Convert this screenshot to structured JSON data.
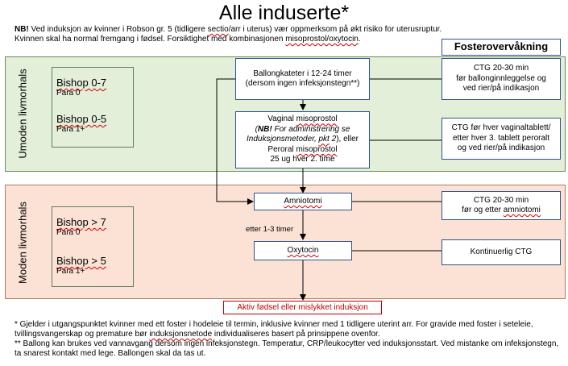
{
  "title": "Alle induserte*",
  "nb_note": {
    "line1_bold": "NB!",
    "line1_a": " Ved induksjon av kvinner i Robson gr. 5 (tidligere ",
    "line1_squig": "sectio",
    "line1_b": "/arr i uterus) vær oppmerksom på økt risiko for uterusruptur.",
    "line2_a": "Kvinnen skal ha normal fremgang i fødsel. Forsiktighet med kombinasjonen ",
    "line2_squig": "misoprostol/oxytocin",
    "line2_b": "."
  },
  "fosterovervakning_label": "Fosterovervåkning",
  "bands": {
    "umoden": "Umoden livmorhals",
    "moden": "Moden livmorhals"
  },
  "bishop_umoden": [
    {
      "label": "Bishop 0-7",
      "para": "Para 0"
    },
    {
      "label": "Bishop 0-5",
      "para": "Para 1+"
    }
  ],
  "bishop_moden": [
    {
      "label": "Bishop > 7",
      "para": "Para 0"
    },
    {
      "label": "Bishop > 5",
      "para": "Para 1+"
    }
  ],
  "steps": {
    "ballong_line1": "Ballongkateter i 12-24 timer",
    "ballong_line2": "(dersom ingen infeksjonstegn**)",
    "vaginal_a": "Vaginal ",
    "vaginal_squig": "misoprostol",
    "vaginal_nb": "NB!",
    "vaginal_italic1": " For administrering se",
    "vaginal_italic2a": "Induksjonsmetoder, ",
    "vaginal_italic2b": "pkt",
    "vaginal_italic2c": " 2",
    "vaginal_tail": "), eller",
    "peroral_a": "Peroral ",
    "peroral_squig": "misoprostol",
    "dose": "25 ug hver 2. time",
    "amniotomi": "Amniotomi",
    "interval": "etter 1-3 timer",
    "oxytocin": "Oxytocin"
  },
  "ctg": {
    "ballong": [
      "CTG 20-30 min",
      "før ballonginnleggelse og",
      "ved rier/på indikasjon"
    ],
    "vaginal": [
      "CTG før hver vaginaltablett/",
      "etter hver 3. tablett peroralt",
      "og ved rier/på indikasjon"
    ],
    "amniotomi_a": "CTG 20-30 min",
    "amniotomi_b1": "før og etter ",
    "amniotomi_b2": "amniotomi",
    "oxytocin": "Kontinuerlig CTG"
  },
  "result": "Aktiv fødsel eller mislykket induksjon",
  "footnotes": {
    "f1a": "* Gjelder i utgangspunktet kvinner med ett foster i hodeleie til termin, inklusive kvinner med 1 tidligere uterint arr. For gravide med foster i seteleie, tvillingsvangerskap og premature bør ",
    "f1squig": "induksjonsnetode",
    "f1b": " individualiseres basert på prinsippene ovenfor.",
    "f2": "** Ballong kan brukes ved vannavgang dersom ingen infeksjonstegn. Temperatur, CRP/leukocytter ved induksjonsstart. Ved mistanke om infeksjonstegn, ta snarest kontakt med lege. Ballongen skal da tas ut."
  }
}
